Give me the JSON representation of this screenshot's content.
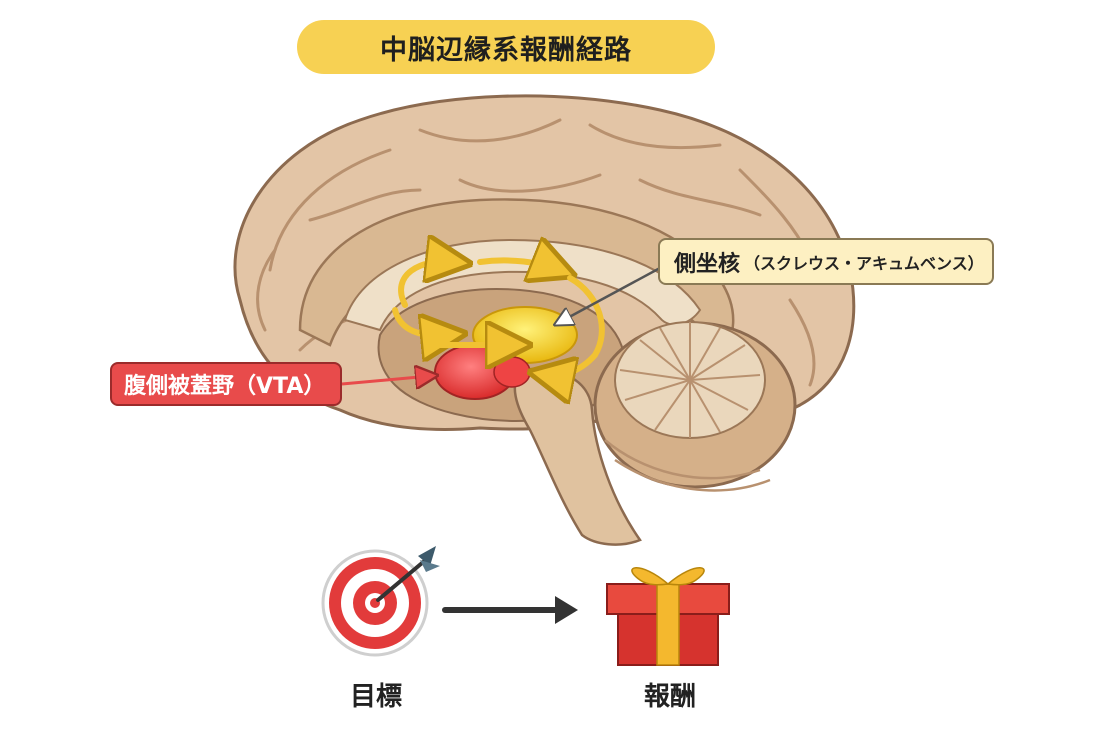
{
  "title": "中脳辺縁系報酬経路",
  "labels": {
    "nucleus_accumbens_main": "側坐核",
    "nucleus_accumbens_reading": "（スクレウス・アキュムベンス）",
    "vta": "腹側被蓋野（VTA）"
  },
  "icons": {
    "goal": "target-icon",
    "reward": "gift-icon",
    "flow": "arrow-right-icon"
  },
  "captions": {
    "goal": "目標",
    "reward": "報酬"
  },
  "colors": {
    "title_bg": "#f7d153",
    "vta_red": "#e84b4b",
    "nac_yellow": "#f5d21e",
    "pathway_arrow": "#f1c232",
    "brain_tan": "#e3c5a6"
  }
}
